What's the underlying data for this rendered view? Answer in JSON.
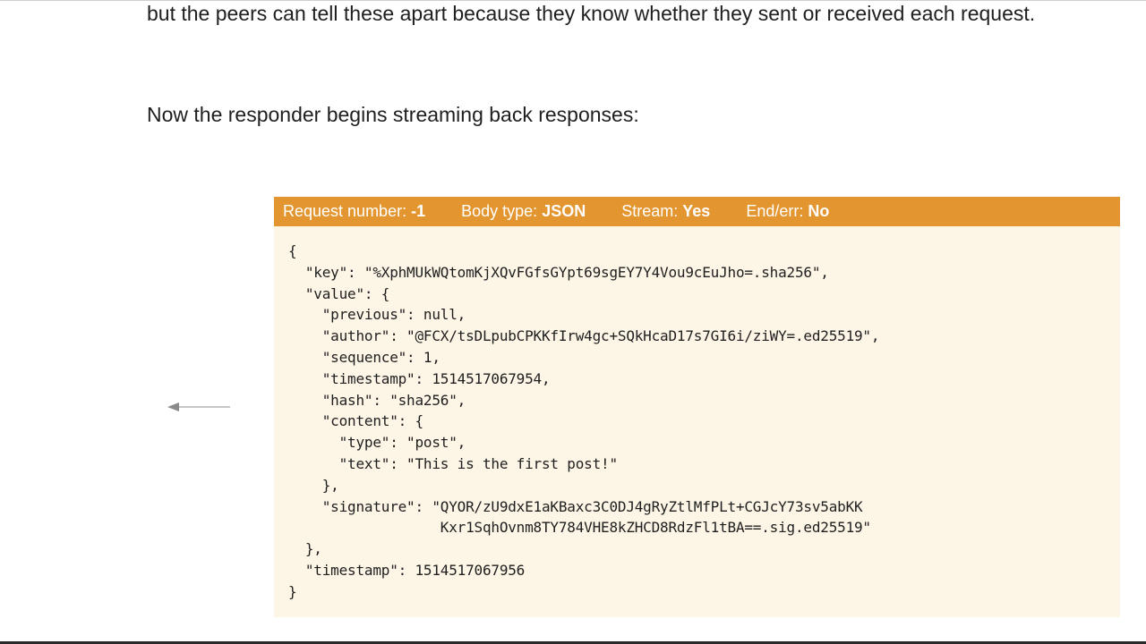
{
  "prose": {
    "paragraph_1": "but the peers can tell these apart because they know whether they sent or received each request.",
    "paragraph_2": "Now the responder begins streaming back responses:"
  },
  "message": {
    "header": {
      "request_number_label": "Request number:",
      "request_number_value": "-1",
      "body_type_label": "Body type:",
      "body_type_value": "JSON",
      "stream_label": "Stream:",
      "stream_value": "Yes",
      "end_err_label": "End/err:",
      "end_err_value": "No"
    },
    "body": "{\n  \"key\": \"%XphMUkWQtomKjXQvFGfsGYpt69sgEY7Y4Vou9cEuJho=.sha256\",\n  \"value\": {\n    \"previous\": null,\n    \"author\": \"@FCX/tsDLpubCPKKfIrw4gc+SQkHcaD17s7GI6i/ziWY=.ed25519\",\n    \"sequence\": 1,\n    \"timestamp\": 1514517067954,\n    \"hash\": \"sha256\",\n    \"content\": {\n      \"type\": \"post\",\n      \"text\": \"This is the first post!\"\n    },\n    \"signature\": \"QYOR/zU9dxE1aKBaxc3C0DJ4gRyZtlMfPLt+CGJcY73sv5abKK\n                  Kxr1SqhOvnm8TY784VHE8kZHCD8RdzFl1tBA==.sig.ed25519\"\n  },\n  \"timestamp\": 1514517067956\n}"
  },
  "colors": {
    "header_bg": "#e3952f",
    "body_bg": "#fdf5e6"
  },
  "icons": {
    "direction": "left-arrow-icon"
  }
}
